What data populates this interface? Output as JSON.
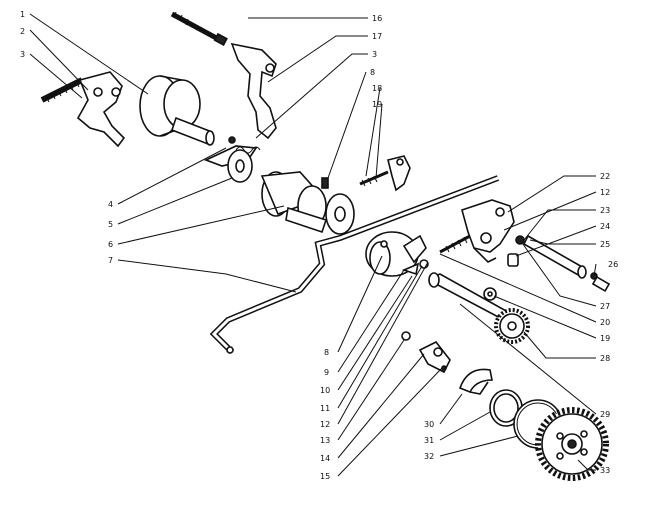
{
  "callouts": {
    "c1": "1",
    "c2": "2",
    "c3a": "3",
    "c3b": "3",
    "c4": "4",
    "c5": "5",
    "c6": "6",
    "c7": "7",
    "c8a": "8",
    "c8b": "8",
    "c9": "9",
    "c10": "10",
    "c11": "11",
    "c12a": "12",
    "c12b": "12",
    "c13": "13",
    "c14": "14",
    "c15": "15",
    "c16": "16",
    "c17": "17",
    "c18": "18",
    "c19a": "19",
    "c19b": "19",
    "c20": "20",
    "c22": "22",
    "c23": "23",
    "c24": "24",
    "c25": "25",
    "c26": "26",
    "c27": "27",
    "c28": "28",
    "c29": "29",
    "c30": "30",
    "c31": "31",
    "c32": "32",
    "c33": "33"
  }
}
